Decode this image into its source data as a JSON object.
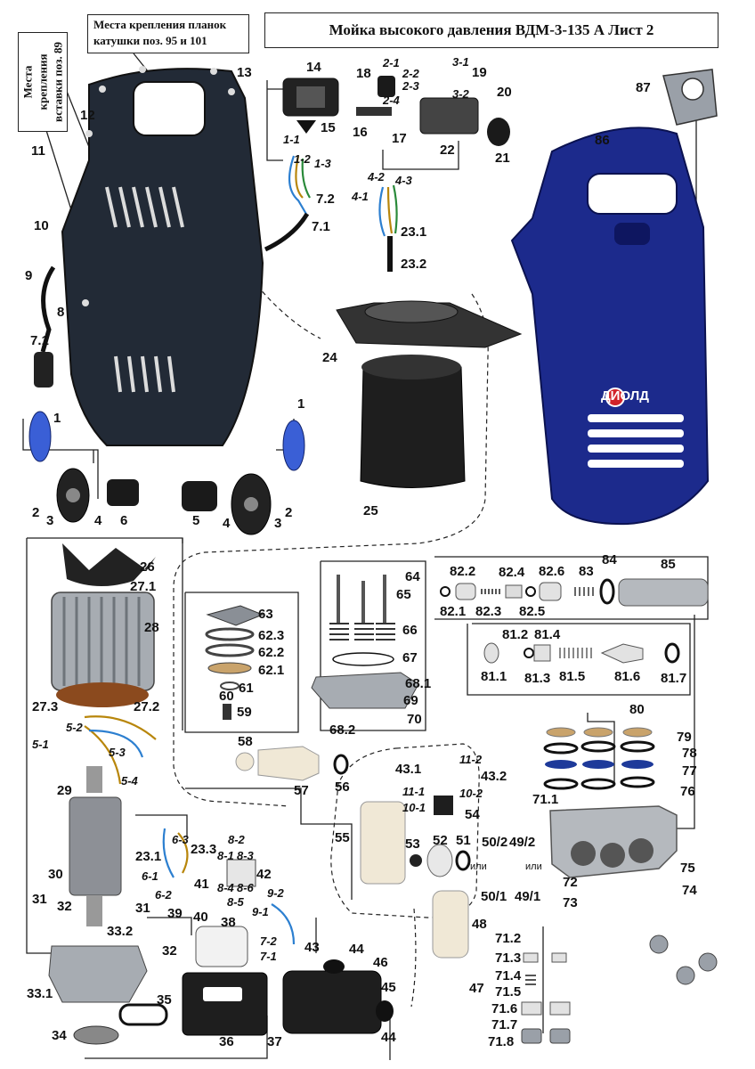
{
  "title": "Мойка высокого давления ВДМ-3-135 А   Лист 2",
  "note_mount": "Места крепления планок катушки поз. 95 и 101",
  "note_insert": "Места крепления вставки поз. 89",
  "brand_logo_text": "ДИОЛД",
  "colors": {
    "housing_blue": "#1c2a8c",
    "housing_dark": "#1f2735",
    "part_grey": "#9aa0a8",
    "part_black": "#1a1a1a",
    "accent_red": "#d2232a"
  },
  "labels": [
    {
      "id": "l13",
      "text": "13"
    },
    {
      "id": "l14",
      "text": "14"
    },
    {
      "id": "l18",
      "text": "18"
    },
    {
      "id": "l2_1",
      "text": "2-1"
    },
    {
      "id": "l2_2",
      "text": "2-2"
    },
    {
      "id": "l2_3",
      "text": "2-3"
    },
    {
      "id": "l2_4",
      "text": "2-4"
    },
    {
      "id": "l3_1",
      "text": "3-1"
    },
    {
      "id": "l19",
      "text": "19"
    },
    {
      "id": "l3_2",
      "text": "3-2"
    },
    {
      "id": "l20",
      "text": "20"
    },
    {
      "id": "l87",
      "text": "87"
    },
    {
      "id": "l15",
      "text": "15"
    },
    {
      "id": "l16",
      "text": "16"
    },
    {
      "id": "l17",
      "text": "17"
    },
    {
      "id": "l22",
      "text": "22"
    },
    {
      "id": "l21",
      "text": "21"
    },
    {
      "id": "l86",
      "text": "86"
    },
    {
      "id": "l12",
      "text": "12"
    },
    {
      "id": "l11",
      "text": "11"
    },
    {
      "id": "l1_1",
      "text": "1-1"
    },
    {
      "id": "l1_2",
      "text": "1-2"
    },
    {
      "id": "l1_3",
      "text": "1-3"
    },
    {
      "id": "l7_2",
      "text": "7.2"
    },
    {
      "id": "l4_2",
      "text": "4-2"
    },
    {
      "id": "l4_3",
      "text": "4-3"
    },
    {
      "id": "l4_1",
      "text": "4-1"
    },
    {
      "id": "l23_1",
      "text": "23.1"
    },
    {
      "id": "l10",
      "text": "10"
    },
    {
      "id": "l7_1a",
      "text": "7.1"
    },
    {
      "id": "l23_2",
      "text": "23.2"
    },
    {
      "id": "l9",
      "text": "9"
    },
    {
      "id": "l8",
      "text": "8"
    },
    {
      "id": "l7_1b",
      "text": "7.1"
    },
    {
      "id": "l24",
      "text": "24"
    },
    {
      "id": "l1a",
      "text": "1"
    },
    {
      "id": "l1b",
      "text": "1"
    },
    {
      "id": "l25",
      "text": "25"
    },
    {
      "id": "l2a",
      "text": "2"
    },
    {
      "id": "l3a",
      "text": "3"
    },
    {
      "id": "l4a",
      "text": "4"
    },
    {
      "id": "l6",
      "text": "6"
    },
    {
      "id": "l5",
      "text": "5"
    },
    {
      "id": "l4b",
      "text": "4"
    },
    {
      "id": "l3b",
      "text": "3"
    },
    {
      "id": "l2b",
      "text": "2"
    },
    {
      "id": "l26",
      "text": "26"
    },
    {
      "id": "l27_1",
      "text": "27.1"
    },
    {
      "id": "l64",
      "text": "64"
    },
    {
      "id": "l82_2",
      "text": "82.2"
    },
    {
      "id": "l82_4",
      "text": "82.4"
    },
    {
      "id": "l82_6",
      "text": "82.6"
    },
    {
      "id": "l83",
      "text": "83"
    },
    {
      "id": "l84",
      "text": "84"
    },
    {
      "id": "l85",
      "text": "85"
    },
    {
      "id": "l65",
      "text": "65"
    },
    {
      "id": "l82_1",
      "text": "82.1"
    },
    {
      "id": "l82_3",
      "text": "82.3"
    },
    {
      "id": "l82_5",
      "text": "82.5"
    },
    {
      "id": "l28",
      "text": "28"
    },
    {
      "id": "l63",
      "text": "63"
    },
    {
      "id": "l66",
      "text": "66"
    },
    {
      "id": "l62_3",
      "text": "62.3"
    },
    {
      "id": "l81_2",
      "text": "81.2"
    },
    {
      "id": "l81_4",
      "text": "81.4"
    },
    {
      "id": "l62_2",
      "text": "62.2"
    },
    {
      "id": "l67",
      "text": "67"
    },
    {
      "id": "l62_1",
      "text": "62.1"
    },
    {
      "id": "l81_1",
      "text": "81.1"
    },
    {
      "id": "l81_3",
      "text": "81.3"
    },
    {
      "id": "l81_5",
      "text": "81.5"
    },
    {
      "id": "l81_6",
      "text": "81.6"
    },
    {
      "id": "l81_7",
      "text": "81.7"
    },
    {
      "id": "l68_1",
      "text": "68.1"
    },
    {
      "id": "l61",
      "text": "61"
    },
    {
      "id": "l60",
      "text": "60"
    },
    {
      "id": "l69",
      "text": "69"
    },
    {
      "id": "l27_3",
      "text": "27.3"
    },
    {
      "id": "l27_2",
      "text": "27.2"
    },
    {
      "id": "l59",
      "text": "59"
    },
    {
      "id": "l70",
      "text": "70"
    },
    {
      "id": "l80",
      "text": "80"
    },
    {
      "id": "l68_2",
      "text": "68.2"
    },
    {
      "id": "l5_2",
      "text": "5-2"
    },
    {
      "id": "l5_1",
      "text": "5-1"
    },
    {
      "id": "l79",
      "text": "79"
    },
    {
      "id": "l58",
      "text": "58"
    },
    {
      "id": "l78",
      "text": "78"
    },
    {
      "id": "l5_3",
      "text": "5-3"
    },
    {
      "id": "l11_2",
      "text": "11-2"
    },
    {
      "id": "l43_1",
      "text": "43.1"
    },
    {
      "id": "l56",
      "text": "56"
    },
    {
      "id": "l43_2",
      "text": "43.2"
    },
    {
      "id": "l77",
      "text": "77"
    },
    {
      "id": "l57",
      "text": "57"
    },
    {
      "id": "l5_4",
      "text": "5-4"
    },
    {
      "id": "l76",
      "text": "76"
    },
    {
      "id": "l11_1",
      "text": "11-1"
    },
    {
      "id": "l10_2",
      "text": "10-2"
    },
    {
      "id": "l29",
      "text": "29"
    },
    {
      "id": "l71_1",
      "text": "71.1"
    },
    {
      "id": "l10_1",
      "text": "10-1"
    },
    {
      "id": "l54",
      "text": "54"
    },
    {
      "id": "l55",
      "text": "55"
    },
    {
      "id": "l6_3",
      "text": "6-3"
    },
    {
      "id": "l8_2",
      "text": "8-2"
    },
    {
      "id": "l53",
      "text": "53"
    },
    {
      "id": "l52",
      "text": "52"
    },
    {
      "id": "l51",
      "text": "51"
    },
    {
      "id": "l50_2",
      "text": "50/2"
    },
    {
      "id": "l49_2",
      "text": "49/2"
    },
    {
      "id": "l23_1b",
      "text": "23.1"
    },
    {
      "id": "l23_3",
      "text": "23.3"
    },
    {
      "id": "l8_1",
      "text": "8-1"
    },
    {
      "id": "l8_3",
      "text": "8-3"
    },
    {
      "id": "l30",
      "text": "30"
    },
    {
      "id": "l42",
      "text": "42"
    },
    {
      "id": "ili1",
      "text": "или"
    },
    {
      "id": "ili2",
      "text": "или"
    },
    {
      "id": "l75",
      "text": "75"
    },
    {
      "id": "l6_1",
      "text": "6-1"
    },
    {
      "id": "l41",
      "text": "41"
    },
    {
      "id": "l8_4",
      "text": "8-4"
    },
    {
      "id": "l8_6",
      "text": "8-6"
    },
    {
      "id": "l72",
      "text": "72"
    },
    {
      "id": "l74",
      "text": "74"
    },
    {
      "id": "l8_5",
      "text": "8-5"
    },
    {
      "id": "l50_1",
      "text": "50/1"
    },
    {
      "id": "l49_1",
      "text": "49/1"
    },
    {
      "id": "l6_2",
      "text": "6-2"
    },
    {
      "id": "l9_2",
      "text": "9-2"
    },
    {
      "id": "l73",
      "text": "73"
    },
    {
      "id": "l31a",
      "text": "31"
    },
    {
      "id": "l32a",
      "text": "32"
    },
    {
      "id": "l31b",
      "text": "31"
    },
    {
      "id": "l39",
      "text": "39"
    },
    {
      "id": "l40",
      "text": "40"
    },
    {
      "id": "l9_1",
      "text": "9-1"
    },
    {
      "id": "l38",
      "text": "38"
    },
    {
      "id": "l48",
      "text": "48"
    },
    {
      "id": "l33_2",
      "text": "33.2"
    },
    {
      "id": "l32b",
      "text": "32"
    },
    {
      "id": "l7_2b",
      "text": "7-2"
    },
    {
      "id": "l7_1c",
      "text": "7-1"
    },
    {
      "id": "l43",
      "text": "43"
    },
    {
      "id": "l44a",
      "text": "44"
    },
    {
      "id": "l71_2",
      "text": "71.2"
    },
    {
      "id": "l46",
      "text": "46"
    },
    {
      "id": "l71_3",
      "text": "71.3"
    },
    {
      "id": "l71_4",
      "text": "71.4"
    },
    {
      "id": "l33_1",
      "text": "33.1"
    },
    {
      "id": "l35",
      "text": "35"
    },
    {
      "id": "l45",
      "text": "45"
    },
    {
      "id": "l47",
      "text": "47"
    },
    {
      "id": "l71_5",
      "text": "71.5"
    },
    {
      "id": "l71_6",
      "text": "71.6"
    },
    {
      "id": "l71_7",
      "text": "71.7"
    },
    {
      "id": "l34",
      "text": "34"
    },
    {
      "id": "l36",
      "text": "36"
    },
    {
      "id": "l37",
      "text": "37"
    },
    {
      "id": "l44b",
      "text": "44"
    },
    {
      "id": "l71_8",
      "text": "71.8"
    }
  ]
}
